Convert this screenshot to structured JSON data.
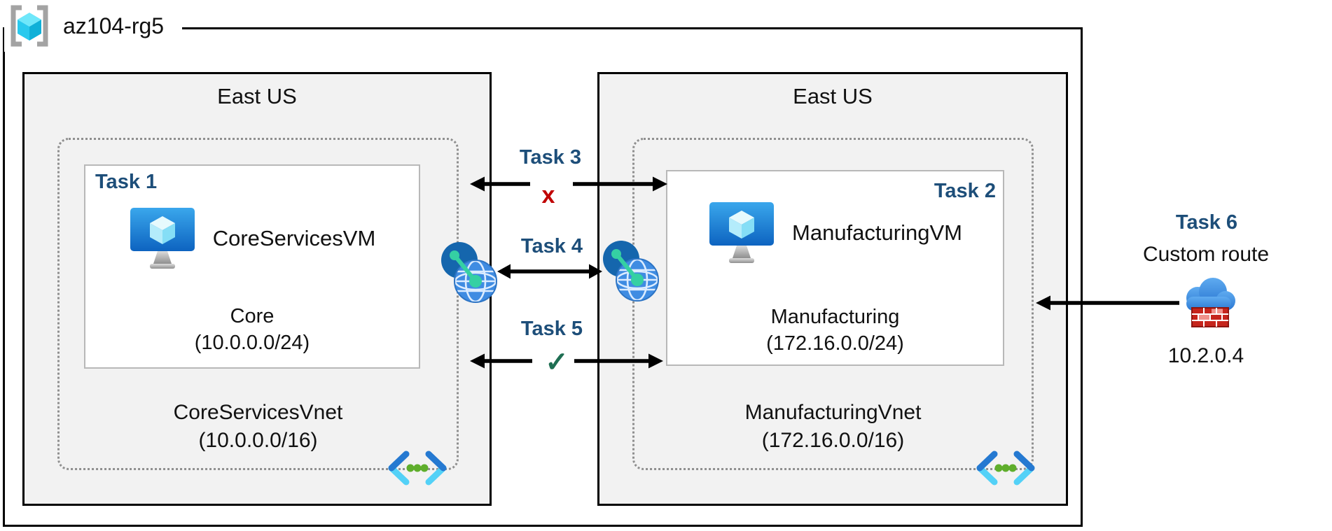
{
  "resource_group": {
    "label": "az104-rg5"
  },
  "left_region": {
    "title": "East US",
    "task_box": {
      "label": "Task 1",
      "vm_name": "CoreServicesVM",
      "subnet_name": "Core",
      "subnet_cidr": "(10.0.0.0/24)"
    },
    "vnet_name": "CoreServicesVnet",
    "vnet_cidr": "(10.0.0.0/16)"
  },
  "right_region": {
    "title": "East US",
    "task_box": {
      "label": "Task 2",
      "vm_name": "ManufacturingVM",
      "subnet_name": "Manufacturing",
      "subnet_cidr": "(172.16.0.0/24)"
    },
    "vnet_name": "ManufacturingVnet",
    "vnet_cidr": "(172.16.0.0/16)"
  },
  "connections": {
    "task3": {
      "label": "Task 3",
      "status_mark": "x",
      "status": "blocked"
    },
    "task4": {
      "label": "Task 4"
    },
    "task5": {
      "label": "Task 5",
      "status_mark": "✓",
      "status": "allowed"
    }
  },
  "custom_route": {
    "label": "Task 6",
    "title": "Custom route",
    "ip": "10.2.0.4"
  },
  "icons": {
    "resource_group": "resource-group-icon",
    "vm": "vm-icon",
    "vnet": "vnet-icon",
    "peering": "network-globe-icon",
    "appliance": "cloud-firewall-icon"
  },
  "colors": {
    "task_label": "#1d4e79",
    "denied_mark": "#c00000",
    "allowed_mark": "#1e6e52",
    "region_fill": "#f2f2f2"
  }
}
